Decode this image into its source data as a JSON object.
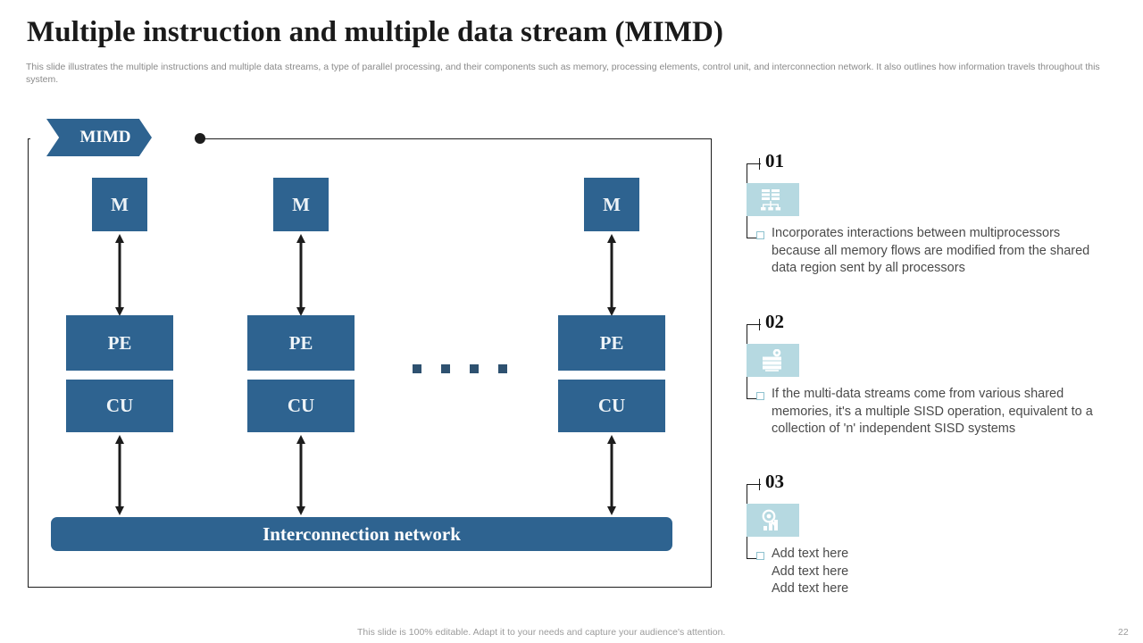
{
  "slide": {
    "title": "Multiple instruction and multiple data stream (MIMD)",
    "subtitle": "This slide illustrates the multiple instructions and multiple data streams, a type of parallel processing, and their components such as memory, processing elements, control unit, and interconnection network. It also outlines how information travels throughout this system.",
    "footer_note": "This slide is 100% editable. Adapt it to your needs and capture your audience's attention.",
    "page_number": "22"
  },
  "diagram": {
    "banner_label": "MIMD",
    "memory_label": "M",
    "processing_element_label": "PE",
    "control_unit_label": "CU",
    "interconnect_label": "Interconnection network",
    "columns": [
      {
        "memory": "M",
        "pe": "PE",
        "cu": "CU"
      },
      {
        "memory": "M",
        "pe": "PE",
        "cu": "CU"
      },
      {
        "memory": "M",
        "pe": "PE",
        "cu": "CU"
      }
    ],
    "ellipsis_dots": 4
  },
  "items": [
    {
      "number": "01",
      "icon": "server-network-icon",
      "text": "Incorporates interactions between multiprocessors because all memory flows are modified from the shared data region sent by all processors"
    },
    {
      "number": "02",
      "icon": "server-rack-gear-icon",
      "text": "If the multi-data streams come from various shared memories, it's a multiple SISD operation, equivalent to a collection of 'n' independent SISD systems"
    },
    {
      "number": "03",
      "icon": "magnifier-bar-chart-icon",
      "text": "Add text here\nAdd text here\nAdd text here"
    }
  ],
  "colors": {
    "primary_blue": "#2e6390",
    "icon_box_blue": "#b6d9e1",
    "dot_blue": "#2e5170",
    "text_gray": "#4a4a4a",
    "muted_gray": "#9b9b9b",
    "outline_black": "#1c1c1c"
  }
}
